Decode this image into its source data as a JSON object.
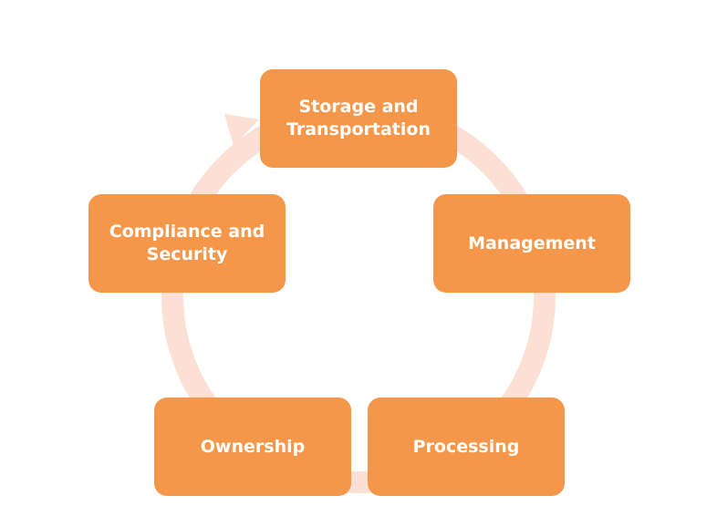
{
  "diagram": {
    "type": "cycle",
    "colors": {
      "node_fill": "#f5974a",
      "node_text": "#ffffff",
      "ring": "#fbe0d3"
    },
    "nodes": [
      {
        "id": "storage",
        "lines": [
          "Storage and",
          "Transportation"
        ]
      },
      {
        "id": "management",
        "lines": [
          "Management"
        ]
      },
      {
        "id": "processing",
        "lines": [
          "Processing"
        ]
      },
      {
        "id": "ownership",
        "lines": [
          "Ownership"
        ]
      },
      {
        "id": "compliance",
        "lines": [
          "Compliance and",
          "Security"
        ]
      }
    ]
  }
}
